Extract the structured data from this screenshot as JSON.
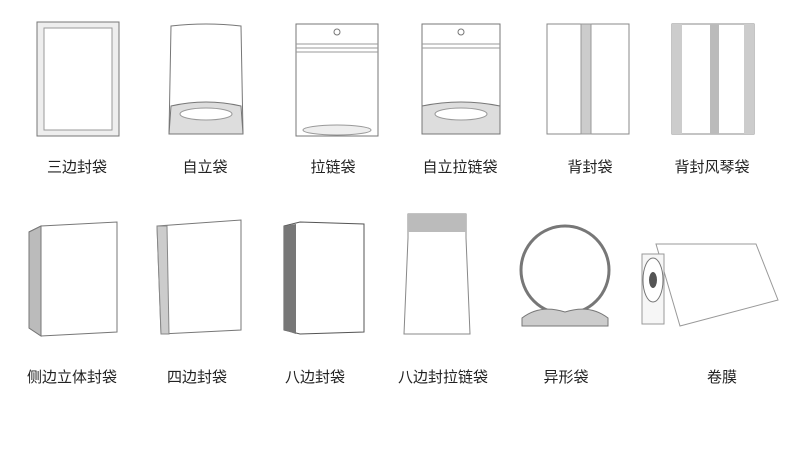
{
  "row1": [
    {
      "label": "三边封袋"
    },
    {
      "label": "自立袋"
    },
    {
      "label": "拉链袋"
    },
    {
      "label": "自立拉链袋"
    },
    {
      "label": "背封袋"
    },
    {
      "label": "背封风琴袋"
    }
  ],
  "row2": [
    {
      "label": "侧边立体封袋"
    },
    {
      "label": "四边封袋"
    },
    {
      "label": "八边封袋"
    },
    {
      "label": "八边封拉链袋"
    },
    {
      "label": "异形袋"
    },
    {
      "label": "卷膜"
    }
  ]
}
